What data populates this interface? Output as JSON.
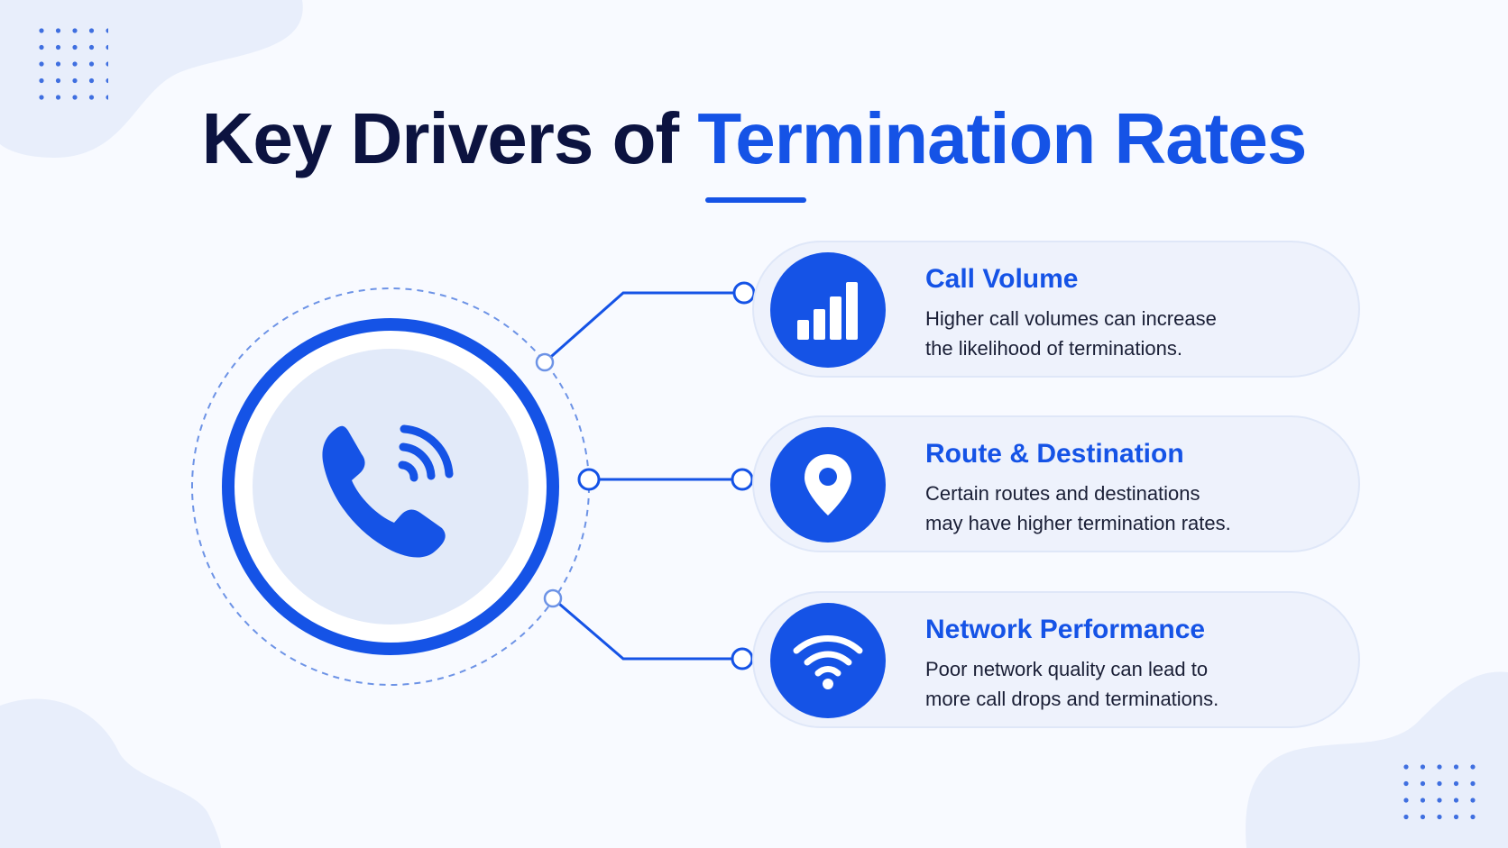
{
  "title": {
    "part1": "Key Drivers of",
    "part2": "Termination Rates"
  },
  "colors": {
    "accent": "#1553e6",
    "title_dark": "#0c1340",
    "card_bg": "#eef2fc",
    "hub_inner": "#e2eaf9"
  },
  "hub": {
    "icon": "phone-ringing-icon"
  },
  "drivers": [
    {
      "icon": "bar-chart-icon",
      "title": "Call Volume",
      "desc_line1": "Higher call volumes can increase",
      "desc_line2": "the likelihood of terminations."
    },
    {
      "icon": "location-pin-icon",
      "title": "Route & Destination",
      "desc_line1": "Certain routes and destinations",
      "desc_line2": "may have higher termination rates."
    },
    {
      "icon": "wifi-icon",
      "title": "Network Performance",
      "desc_line1": "Poor network quality can lead to",
      "desc_line2": "more call drops and terminations."
    }
  ]
}
